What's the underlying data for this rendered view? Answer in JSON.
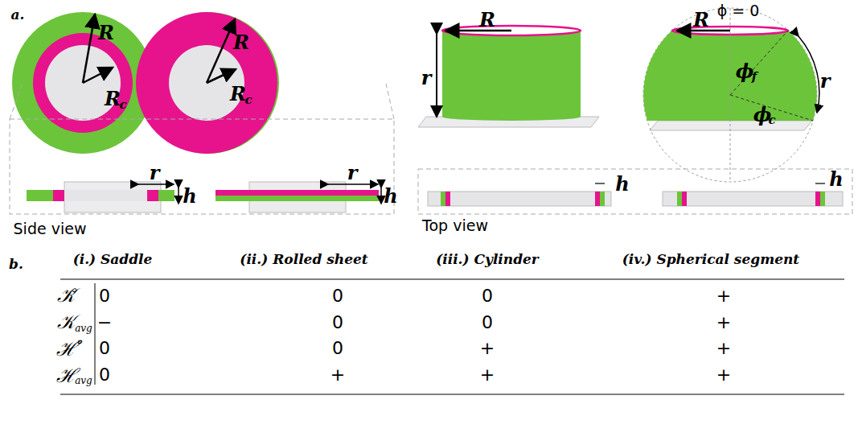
{
  "diagram": {
    "labels": [
      "a.",
      "R",
      "R",
      "c",
      "R",
      "R",
      "c",
      "r",
      "h",
      "r",
      "h",
      "Side view",
      "R",
      "r",
      "ϕ = 0",
      "R",
      "ϕ",
      "f",
      "ϕ",
      "c",
      "r",
      "h",
      "h",
      "Top view",
      "b.",
      "(i.) Saddle",
      "(ii.) Rolled sheet",
      "(iii.) Cylinder",
      "(iv.) Spherical segment",
      "𝒦̊",
      "0",
      "0",
      "0",
      "+",
      "𝒦",
      "avg",
      "−",
      "0",
      "0",
      "+",
      "ℋ̊",
      "0",
      "0",
      "+",
      "+",
      "ℋ",
      "avg",
      "0",
      "+",
      "+",
      "+"
    ]
  }
}
